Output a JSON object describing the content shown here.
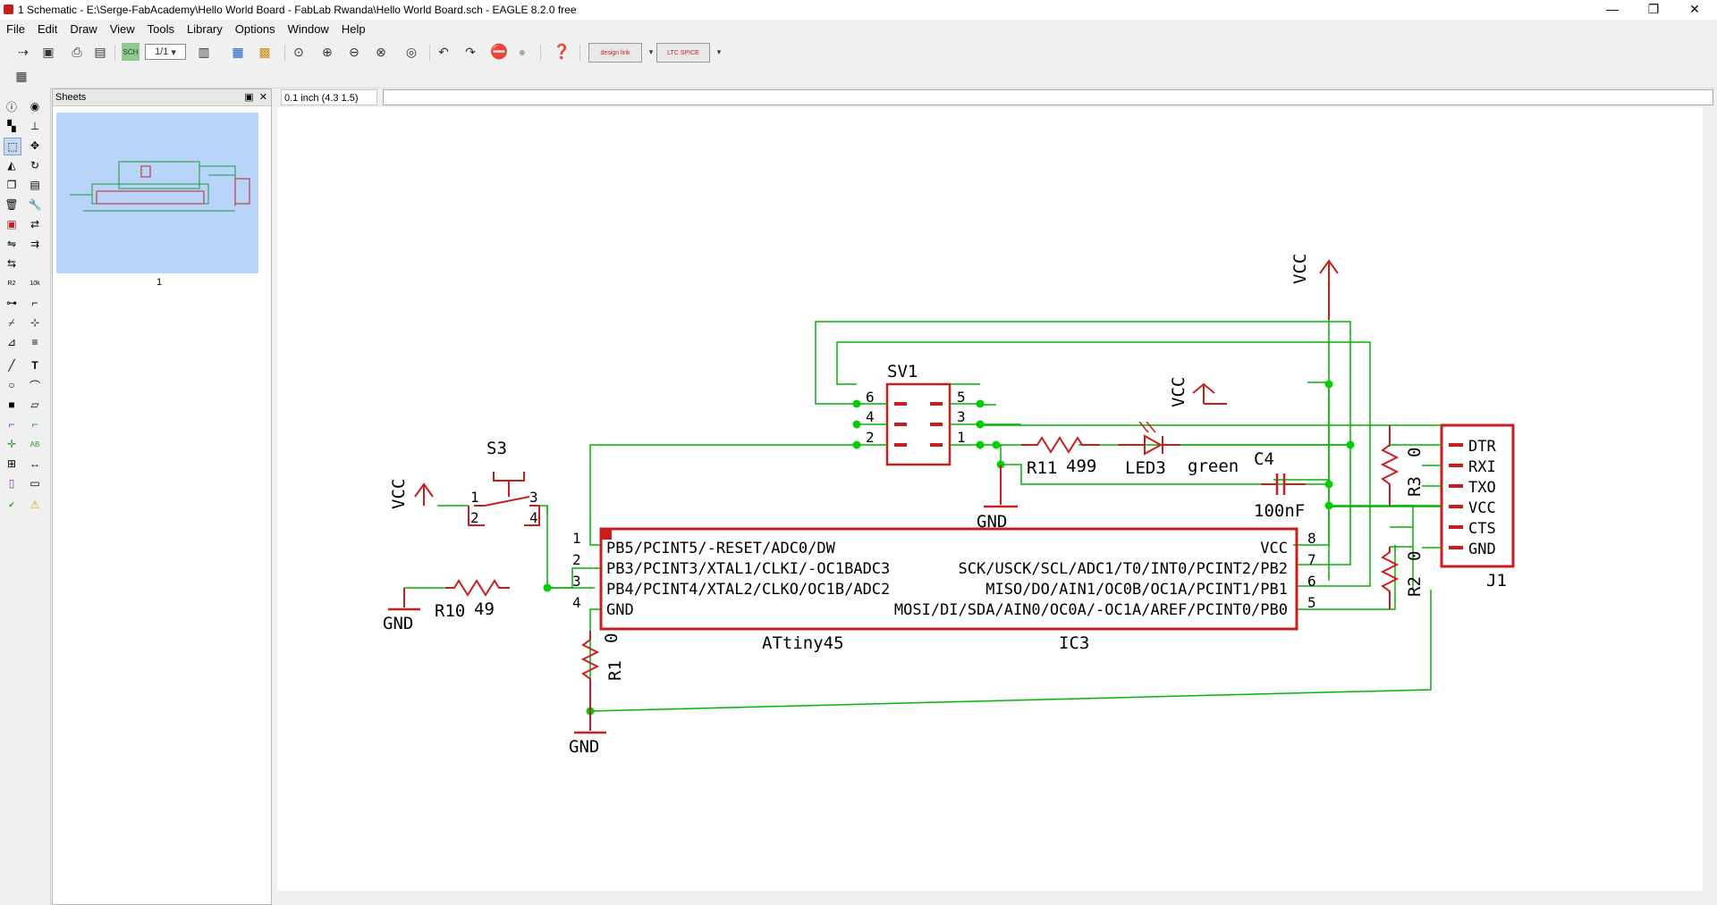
{
  "window": {
    "title": "1 Schematic - E:\\Serge-FabAcademy\\Hello World Board - FabLab Rwanda\\Hello World Board.sch - EAGLE 8.2.0 free",
    "controls": {
      "minimize": "—",
      "restore": "❐",
      "close": "✕"
    }
  },
  "menu": [
    "File",
    "Edit",
    "Draw",
    "View",
    "Tools",
    "Library",
    "Options",
    "Window",
    "Help"
  ],
  "toolbar": {
    "sheet_select": "1/1",
    "design_link_label": "design link",
    "ltspice_label": "LTC SPICE"
  },
  "sheets_panel": {
    "title": "Sheets",
    "sheet_label": "1"
  },
  "command": {
    "coordinate": "0.1 inch (4.3 1.5)",
    "value": ""
  },
  "schematic": {
    "colors": {
      "wire": "#00b400",
      "symbol": "#c81e1e",
      "junction": "#00d000"
    },
    "labels": {
      "sv1": "SV1",
      "s3": "S3",
      "ic3": "IC3",
      "ic3_value": "ATtiny45",
      "c4": "C4",
      "c4_value": "100nF",
      "led3": "LED3",
      "led3_value": "green",
      "r11": "R11",
      "r11_value": "499",
      "r10": "R10",
      "r10_value": "49",
      "r1": "R1",
      "r1_value": "0",
      "r3": "R3",
      "r3_value": "0",
      "r2": "R2",
      "r2_value": "0",
      "j1": "J1",
      "vcc": "VCC",
      "gnd": "GND"
    },
    "ic_left_pins": [
      "PB5/PCINT5/-RESET/ADC0/DW",
      "PB3/PCINT3/XTAL1/CLKI/-OC1BADC3",
      "PB4/PCINT4/XTAL2/CLKO/OC1B/ADC2",
      "GND"
    ],
    "ic_right_pins": [
      "VCC",
      "SCK/USCK/SCL/ADC1/T0/INT0/PCINT2/PB2",
      "MISO/DO/AIN1/OC0B/OC1A/PCINT1/PB1",
      "MOSI/DI/SDA/AIN0/OC0A/-OC1A/AREF/PCINT0/PB0"
    ],
    "ic_left_numbers": [
      "1",
      "2",
      "3",
      "4"
    ],
    "ic_right_numbers": [
      "8",
      "7",
      "6",
      "5"
    ],
    "j1_pins": [
      "DTR",
      "RXI",
      "TXO",
      "VCC",
      "CTS",
      "GND"
    ],
    "sv1_pins": [
      "6",
      "4",
      "2",
      "5",
      "3",
      "1"
    ],
    "s3_pins": [
      "1",
      "2",
      "3",
      "4"
    ]
  }
}
